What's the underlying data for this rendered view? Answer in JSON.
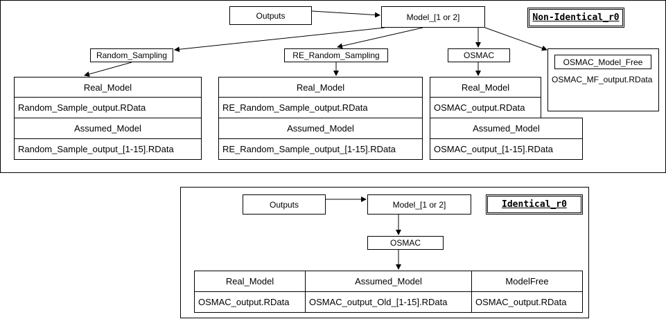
{
  "non_identical": {
    "title": "Non-Identical_r0",
    "outputs": "Outputs",
    "model": "Model_[1 or 2]",
    "random_sampling": {
      "label": "Random_Sampling",
      "real_model": "Real_Model",
      "real_output": "Random_Sample_output.RData",
      "assumed_model": "Assumed_Model",
      "assumed_output": "Random_Sample_output_[1-15].RData"
    },
    "re_random_sampling": {
      "label": "RE_Random_Sampling",
      "real_model": "Real_Model",
      "real_output": "RE_Random_Sample_output.RData",
      "assumed_model": "Assumed_Model",
      "assumed_output": "RE_Random_Sample_output_[1-15].RData"
    },
    "osmac": {
      "label": "OSMAC",
      "real_model": "Real_Model",
      "real_output": "OSMAC_output.RData",
      "assumed_model": "Assumed_Model",
      "assumed_output": "OSMAC_output_[1-15].RData"
    },
    "osmac_model_free": {
      "label": "OSMAC_Model_Free",
      "output": "OSMAC_MF_output.RData"
    }
  },
  "identical": {
    "title": "Identical_r0",
    "outputs": "Outputs",
    "model": "Model_[1 or 2]",
    "osmac": "OSMAC",
    "columns": [
      {
        "header": "Real_Model",
        "value": "OSMAC_output.RData"
      },
      {
        "header": "Assumed_Model",
        "value": "OSMAC_output_Old_[1-15].RData"
      },
      {
        "header": "ModelFree",
        "value": "OSMAC_output.RData"
      }
    ]
  }
}
